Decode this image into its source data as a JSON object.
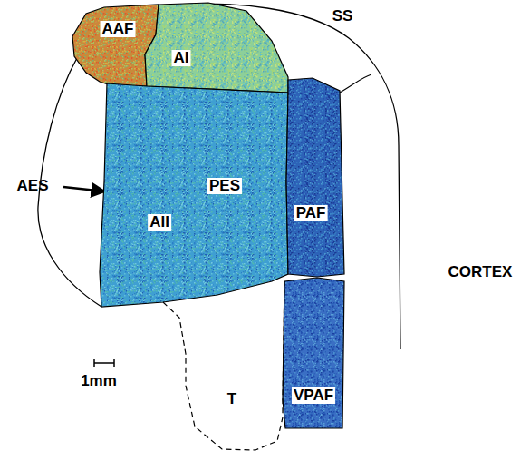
{
  "diagram": {
    "nodes": [
      {
        "text": [
          "AAF"
        ]
      },
      {
        "text": [
          "AI"
        ]
      },
      {
        "text": [
          "AII"
        ]
      },
      {
        "text": [
          "PAF"
        ]
      },
      {
        "text": [
          "VPAF"
        ]
      },
      {
        "text": [
          "T"
        ]
      }
    ],
    "labels": [
      "SS",
      "AES",
      "PES",
      "1mm",
      "CORTEX"
    ]
  }
}
